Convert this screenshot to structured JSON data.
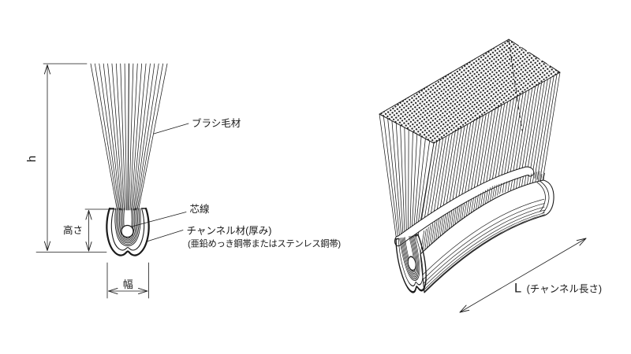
{
  "drawing": {
    "cross_section_view": {
      "dim_h": "h",
      "dim_height": "高さ",
      "dim_width": "幅",
      "bristle_label": "ブラシ毛材",
      "core_wire_label": "芯線",
      "channel_material_line1": "チャンネル材(厚み)",
      "channel_material_line2": "(亜鉛めっき鋼帯またはステンレス鋼帯)"
    },
    "perspective_view": {
      "length_symbol": "L",
      "length_caption": "(チャンネル長さ)"
    }
  },
  "colors": {
    "ink": "#1a1a1a",
    "background": "#ffffff"
  }
}
